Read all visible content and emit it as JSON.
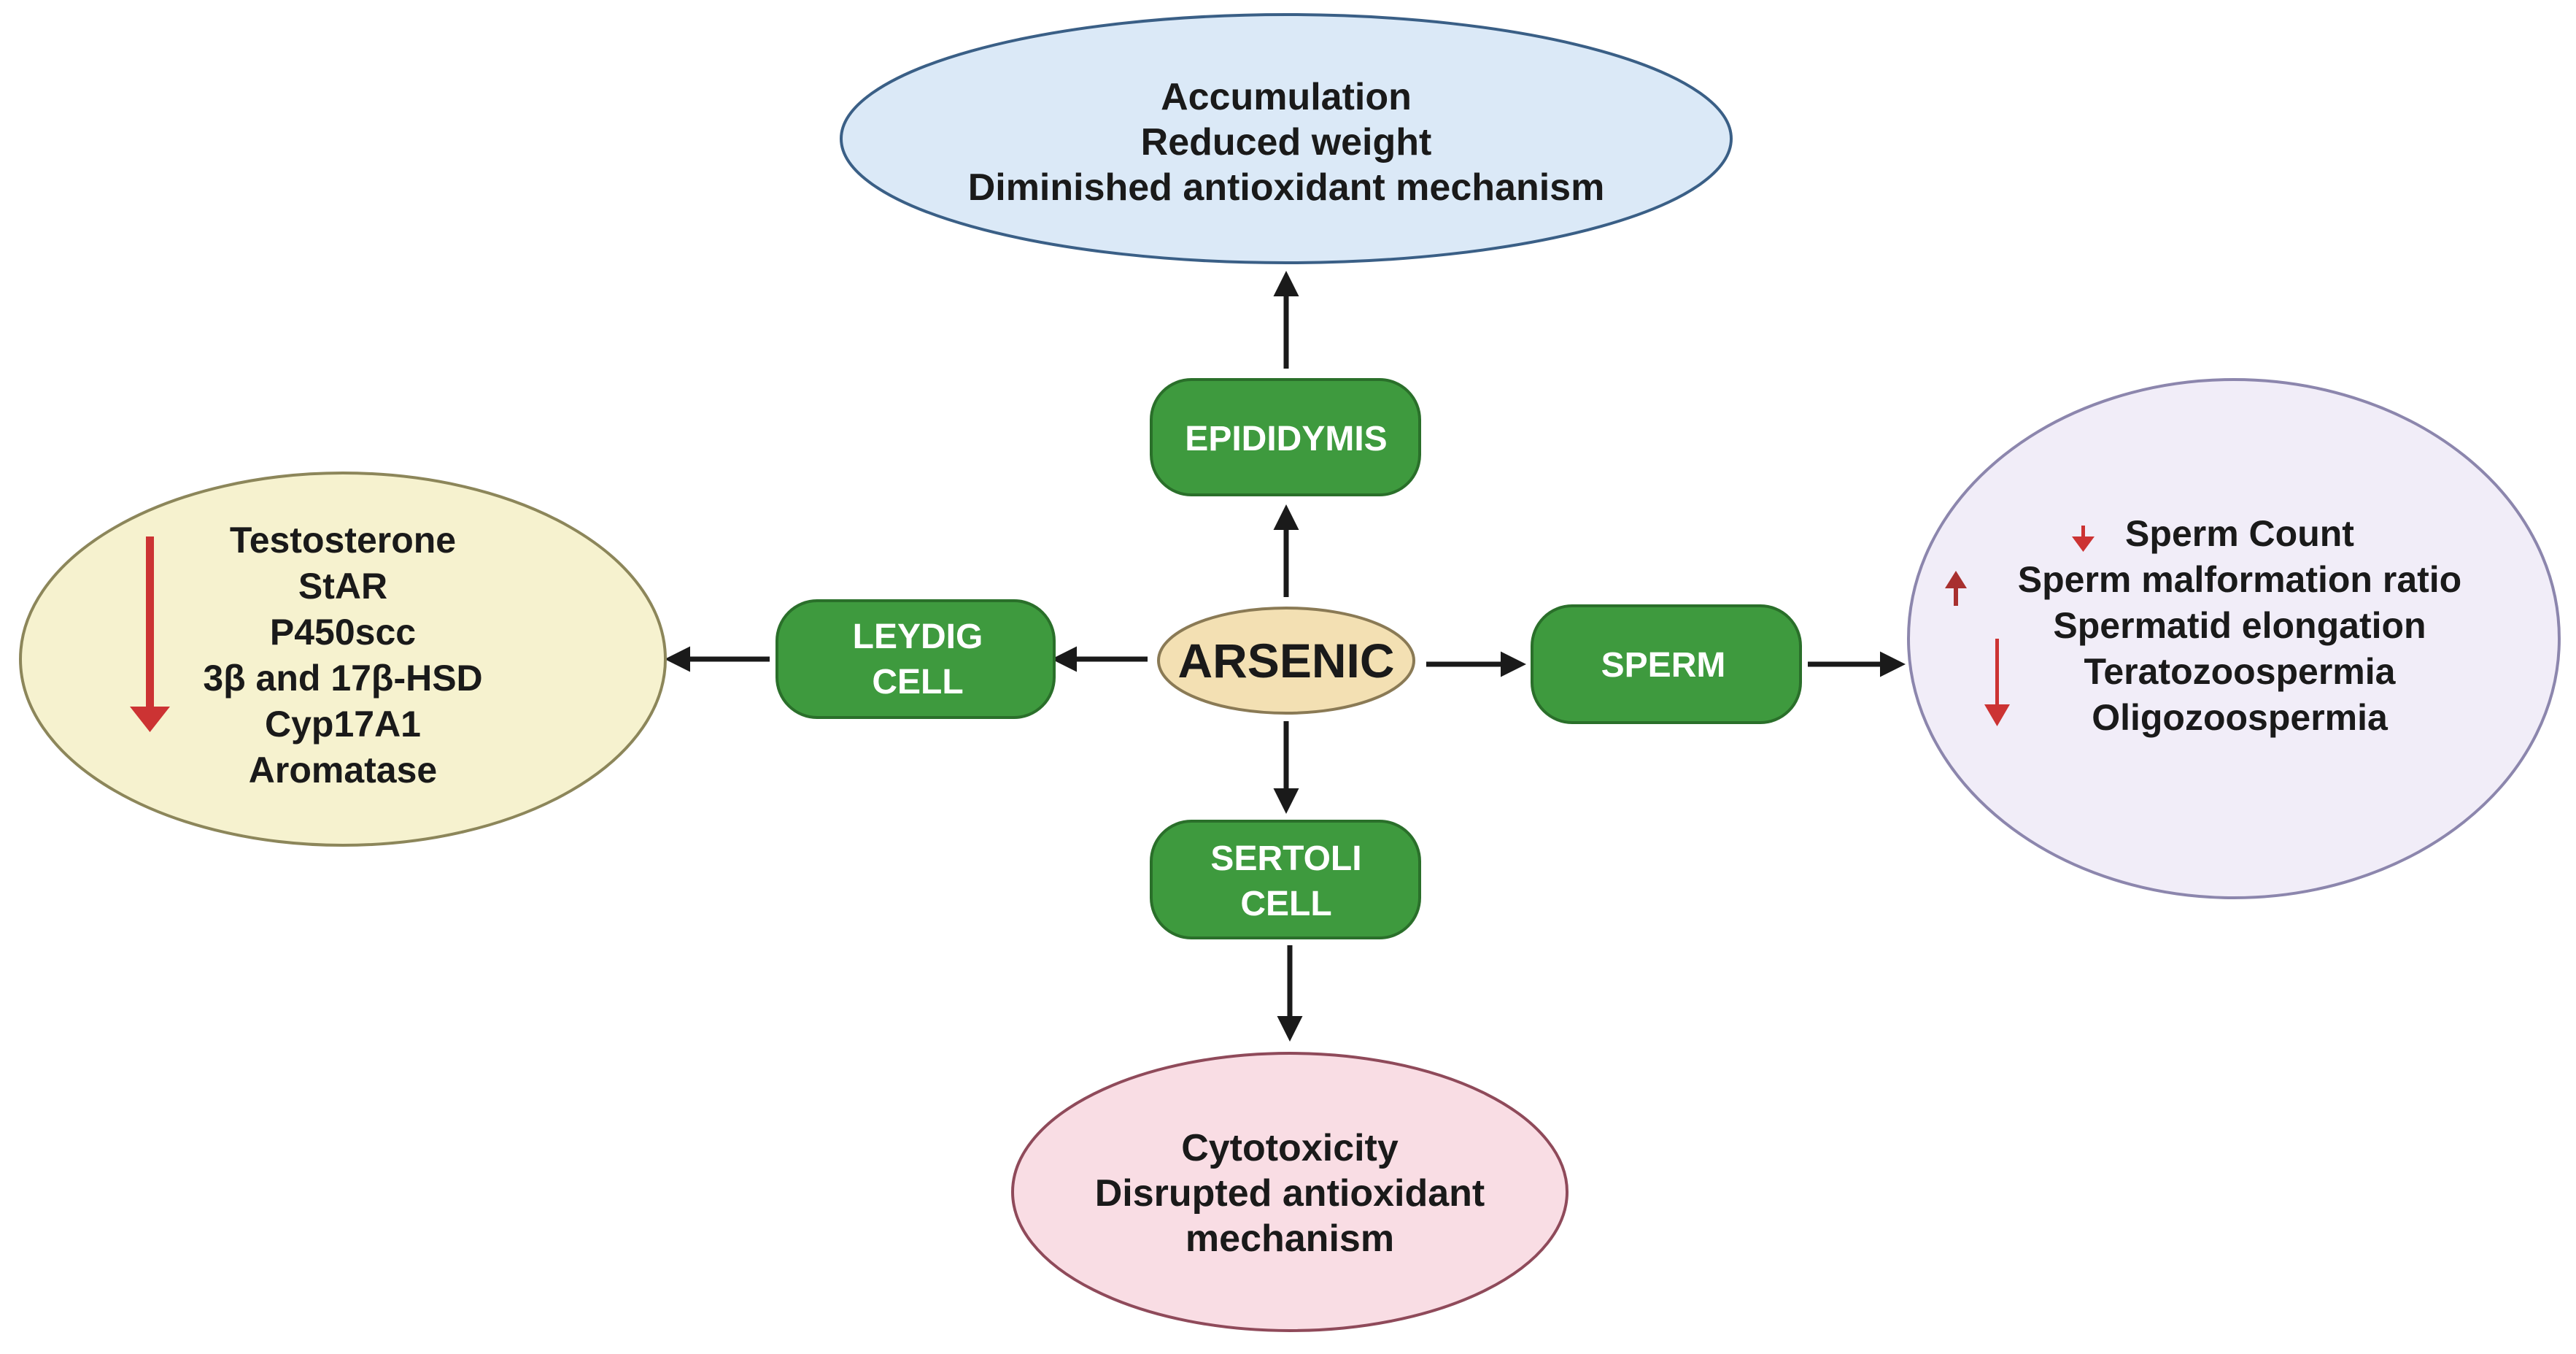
{
  "center": {
    "label": "ARSENIC"
  },
  "organs": {
    "epididymis": "EPIDIDYMIS",
    "leydig": [
      "LEYDIG",
      "CELL"
    ],
    "sperm": "SPERM",
    "sertoli": [
      "SERTOLI",
      "CELL"
    ]
  },
  "effects": {
    "epididymis": [
      "Accumulation",
      "Reduced weight",
      "Diminished antioxidant mechanism"
    ],
    "leydig": [
      "Testosterone",
      "StAR",
      "P450scc",
      "3β and 17β-HSD",
      "Cyp17A1",
      "Aromatase"
    ],
    "sperm": [
      "Sperm Count",
      "Sperm malformation ratio",
      "Spermatid elongation",
      "Teratozoospermia",
      "Oligozoospermia"
    ],
    "sertoli": [
      "Cytotoxicity",
      "Disrupted antioxidant",
      "mechanism"
    ]
  },
  "colors": {
    "organ_fill": "#3e9a3e",
    "organ_stroke": "#2a6f2a",
    "center_fill": "#f3e0b3",
    "center_stroke": "#8a7a55",
    "epididymis_fill": "#dbe9f7",
    "epididymis_stroke": "#3a5f86",
    "leydig_fill": "#f6f2cf",
    "leydig_stroke": "#8c865a",
    "sperm_fill": "#f1edf8",
    "sperm_stroke": "#8c86ad",
    "sertoli_fill": "#f9dde4",
    "sertoli_stroke": "#8f4a5a",
    "arrow": "#1a1a1a",
    "indicator": "#cc3333"
  }
}
